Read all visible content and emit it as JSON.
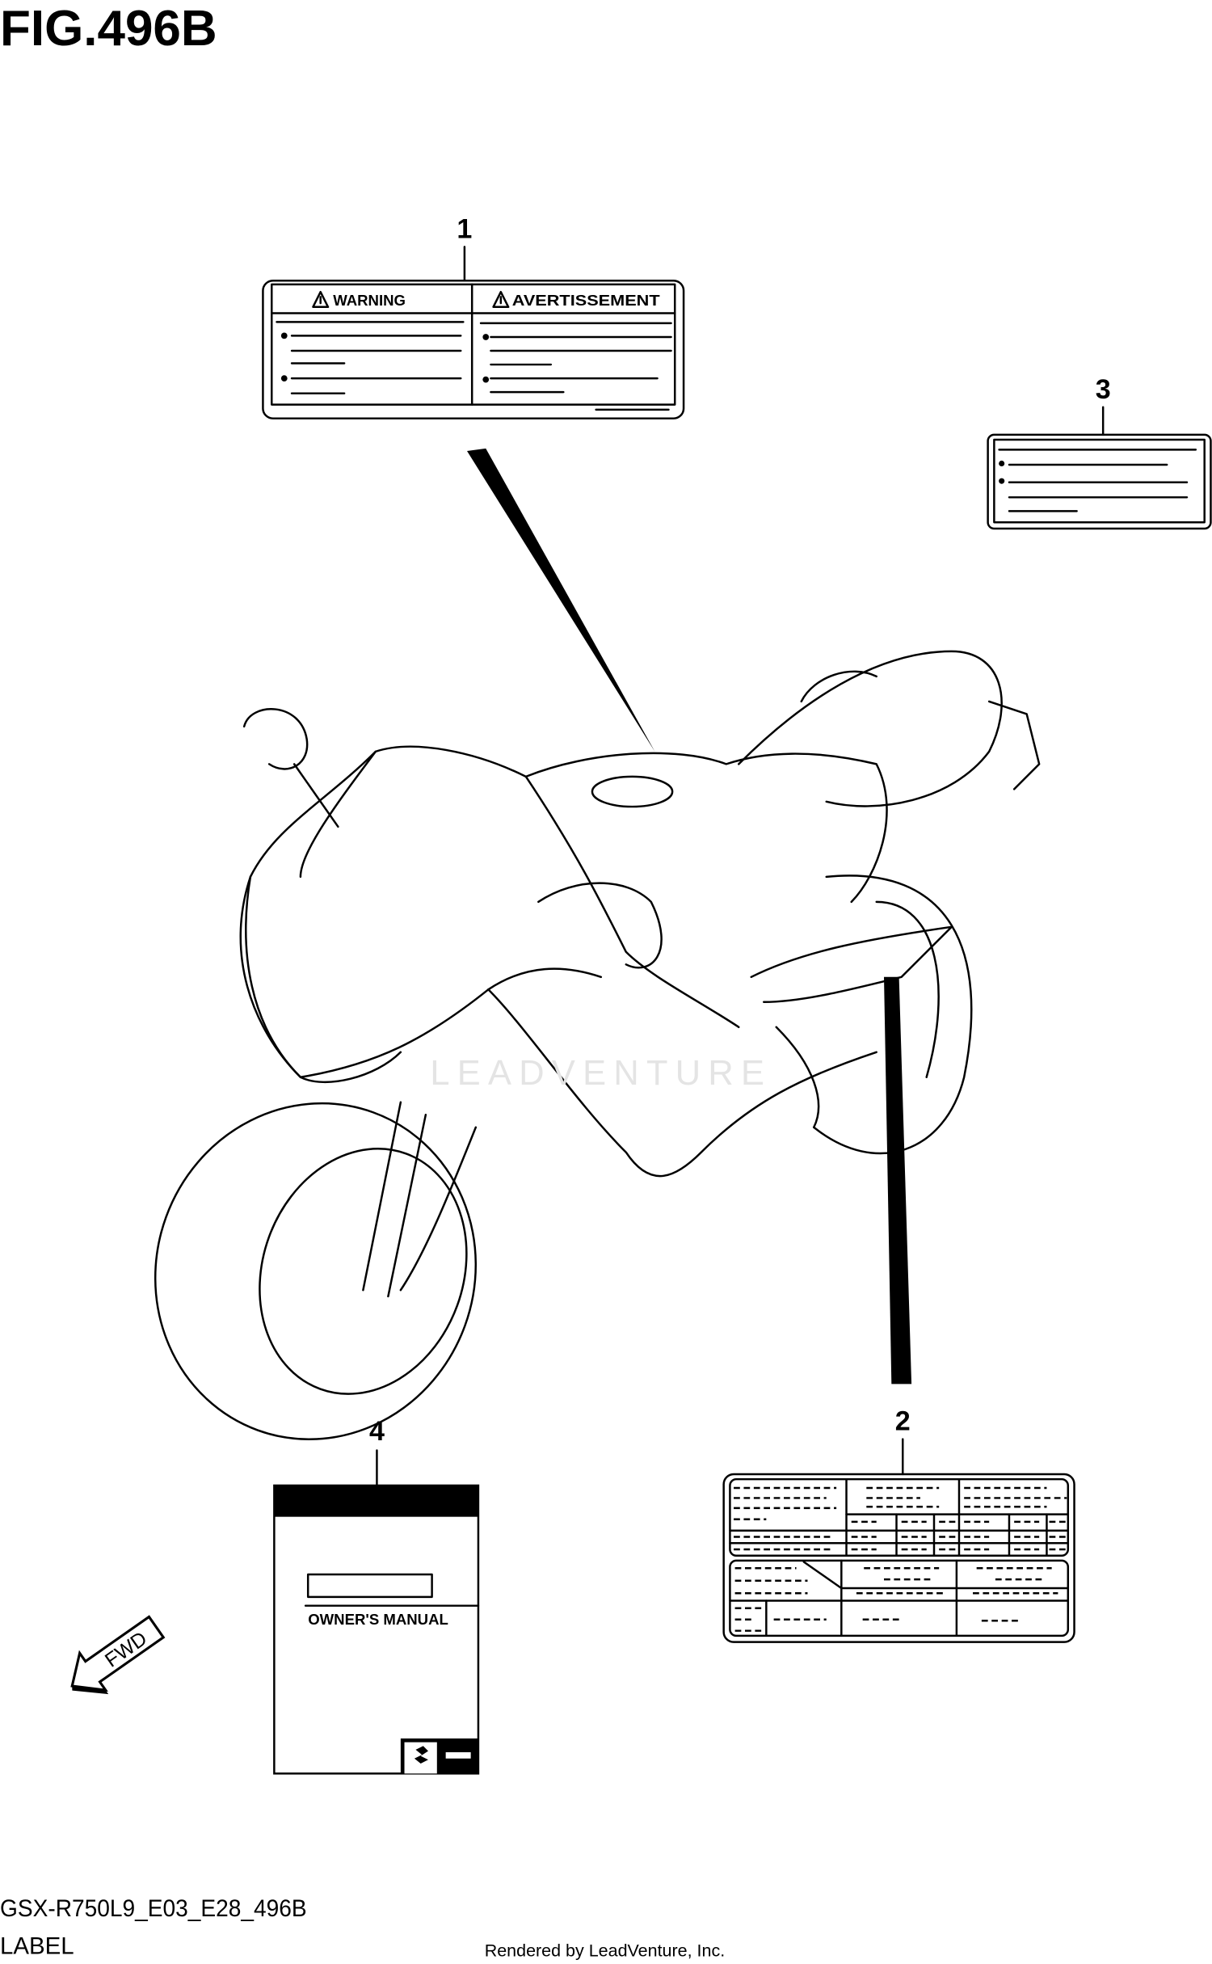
{
  "figure": {
    "title": "FIG.496B",
    "code": "GSX-R750L9_E03_E28_496B",
    "name": "LABEL",
    "credit": "Rendered by LeadVenture, Inc.",
    "watermark": "LEADVENTURE"
  },
  "callouts": [
    {
      "number": "1",
      "part": "warning-label",
      "headings": [
        "WARNING",
        "AVERTISSEMENT"
      ]
    },
    {
      "number": "2",
      "part": "information-label"
    },
    {
      "number": "3",
      "part": "caution-label"
    },
    {
      "number": "4",
      "part": "owners-manual",
      "text": "OWNER'S MANUAL"
    }
  ],
  "direction_arrow": {
    "label": "FWD",
    "icon": "forward-arrow-icon"
  }
}
